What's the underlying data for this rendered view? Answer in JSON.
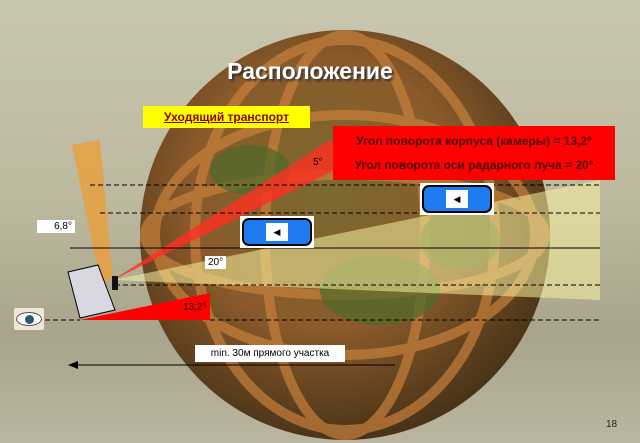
{
  "slide": {
    "title": "Расположение",
    "departing_label": "Уходящий транспорт",
    "info_lines": [
      "Угол поворота корпуса (камеры) = 13,2°",
      "Угол поворота оси радарного луча = 20°"
    ],
    "angles": {
      "a5": "5°",
      "a68": "6,8°",
      "a20": "20°",
      "a132": "13,2°"
    },
    "distance_label": "min. 30м прямого участка",
    "page_number": "18"
  },
  "colors": {
    "beam_red": "#ff0000",
    "beam_yellow": "#f5f0a0",
    "beam_orange": "#e8a040",
    "label_yellow": "#ffff00",
    "car_blue": "#1e7cf0"
  }
}
